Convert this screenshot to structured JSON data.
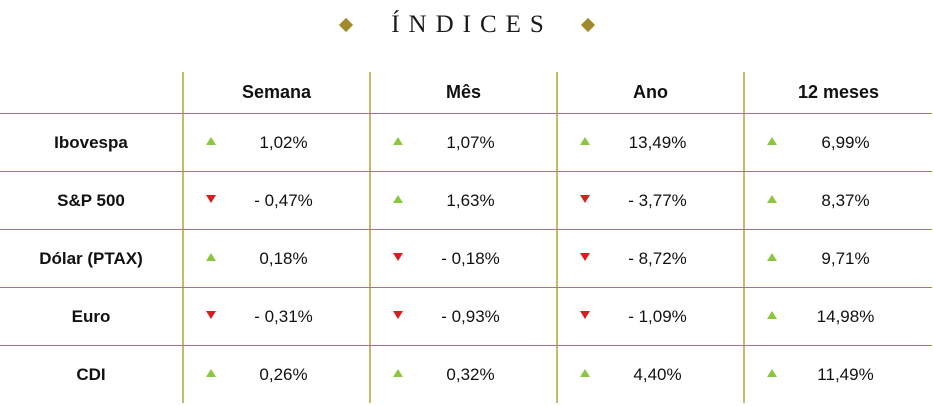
{
  "title": "ÍNDICES",
  "colors": {
    "accent": "#a08a2c",
    "up": "#8cc63f",
    "down": "#d81e1e"
  },
  "columns": [
    "Semana",
    "Mês",
    "Ano",
    "12 meses"
  ],
  "rows": [
    {
      "label": "Ibovespa",
      "cells": [
        {
          "value": "1,02%",
          "trend": "up"
        },
        {
          "value": "1,07%",
          "trend": "up"
        },
        {
          "value": "13,49%",
          "trend": "up"
        },
        {
          "value": "6,99%",
          "trend": "up"
        }
      ]
    },
    {
      "label": "S&P 500",
      "cells": [
        {
          "value": "- 0,47%",
          "trend": "down"
        },
        {
          "value": "1,63%",
          "trend": "up"
        },
        {
          "value": "- 3,77%",
          "trend": "down"
        },
        {
          "value": "8,37%",
          "trend": "up"
        }
      ]
    },
    {
      "label": "Dólar (PTAX)",
      "cells": [
        {
          "value": "0,18%",
          "trend": "up"
        },
        {
          "value": "- 0,18%",
          "trend": "down"
        },
        {
          "value": "- 8,72%",
          "trend": "down"
        },
        {
          "value": "9,71%",
          "trend": "up"
        }
      ]
    },
    {
      "label": "Euro",
      "cells": [
        {
          "value": "- 0,31%",
          "trend": "down"
        },
        {
          "value": "- 0,93%",
          "trend": "down"
        },
        {
          "value": "- 1,09%",
          "trend": "down"
        },
        {
          "value": "14,98%",
          "trend": "up"
        }
      ]
    },
    {
      "label": "CDI",
      "cells": [
        {
          "value": "0,26%",
          "trend": "up"
        },
        {
          "value": "0,32%",
          "trend": "up"
        },
        {
          "value": "4,40%",
          "trend": "up"
        },
        {
          "value": "11,49%",
          "trend": "up"
        }
      ]
    }
  ]
}
